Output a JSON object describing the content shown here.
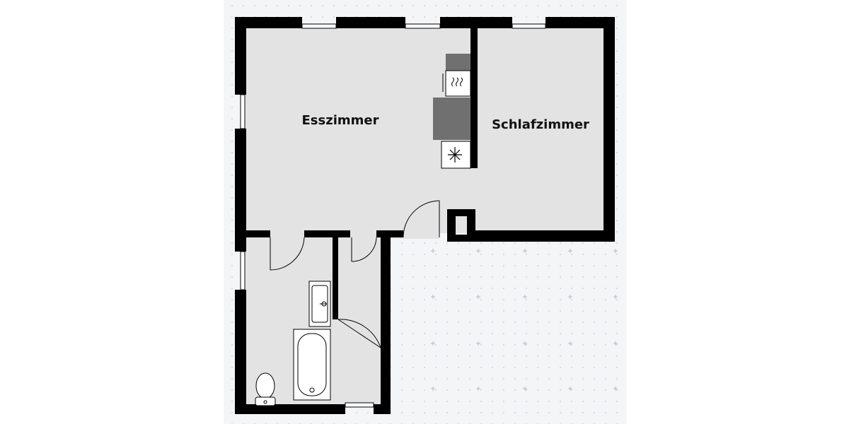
{
  "plan": {
    "rooms": [
      {
        "id": "esszimmer",
        "label": "Esszimmer"
      },
      {
        "id": "schlafzimmer",
        "label": "Schlafzimmer"
      }
    ],
    "colors": {
      "background_grid": "#f4f5f7",
      "grid_dot": "#c5cad3",
      "grid_cross": "#a9bdd6",
      "floor": "#e3e3e3",
      "wall": "#000000",
      "counter": "#707070",
      "fixture": "#ffffff"
    }
  }
}
